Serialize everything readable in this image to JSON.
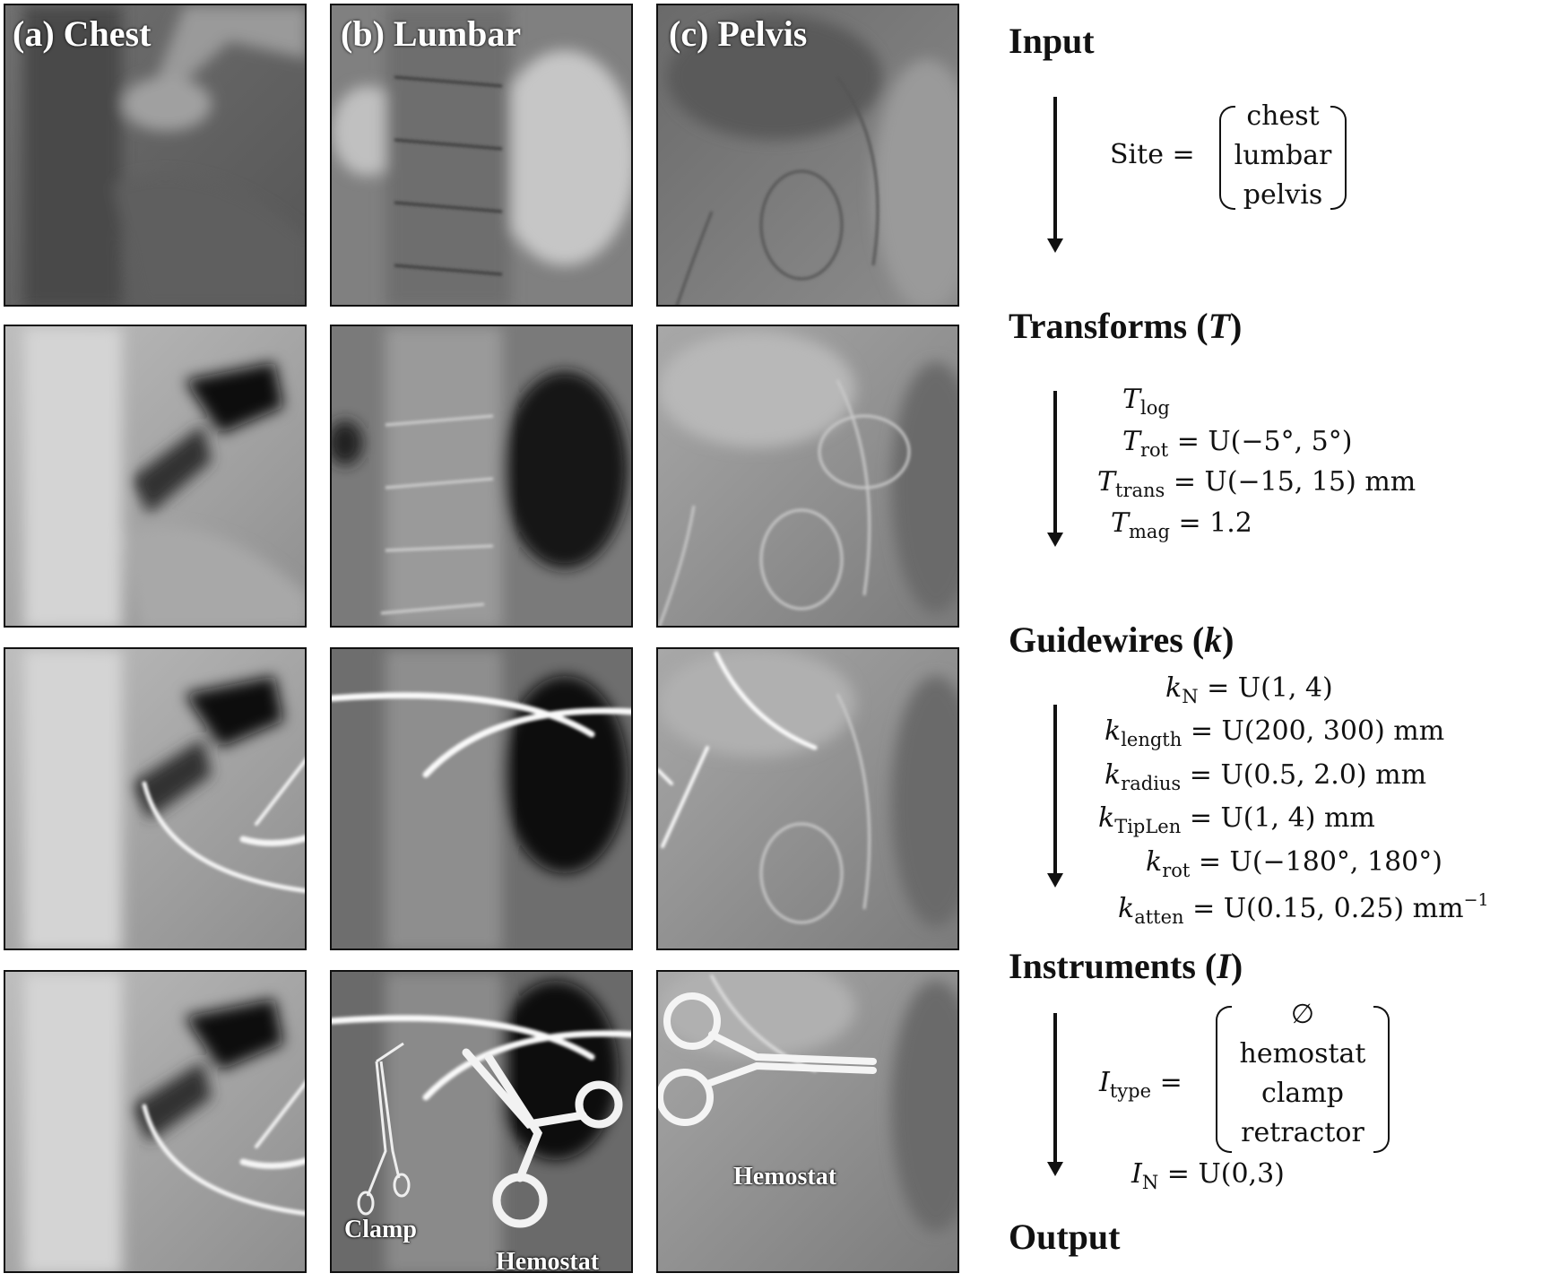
{
  "columns": [
    {
      "label": "(a) Chest"
    },
    {
      "label": "(b) Lumbar"
    },
    {
      "label": "(c) Pelvis"
    }
  ],
  "instrument_labels": {
    "lumbar_clamp": "Clamp",
    "lumbar_hemostat": "Hemostat",
    "pelvis_hemostat": "Hemostat"
  },
  "pipeline": {
    "input": {
      "heading": "Input",
      "site_lhs": "Site =",
      "options": [
        "chest",
        "lumbar",
        "pelvis"
      ]
    },
    "transforms": {
      "heading": "Transforms (T)",
      "params": [
        {
          "sym": "T",
          "sub": "log",
          "rhs": ""
        },
        {
          "sym": "T",
          "sub": "rot",
          "rhs": "= U(−5°, 5°)"
        },
        {
          "sym": "T",
          "sub": "trans",
          "rhs": "= U(−15, 15) mm"
        },
        {
          "sym": "T",
          "sub": "mag",
          "rhs": "= 1.2"
        }
      ]
    },
    "guidewires": {
      "heading": "Guidewires (k)",
      "params": [
        {
          "sym": "k",
          "sub": "N",
          "rhs": "= U(1, 4)"
        },
        {
          "sym": "k",
          "sub": "length",
          "rhs": "= U(200, 300) mm"
        },
        {
          "sym": "k",
          "sub": "radius",
          "rhs": "= U(0.5, 2.0) mm"
        },
        {
          "sym": "k",
          "sub": "TipLen",
          "rhs": "= U(1, 4) mm"
        },
        {
          "sym": "k",
          "sub": "rot",
          "rhs": "= U(−180°, 180°)"
        },
        {
          "sym": "k",
          "sub": "atten",
          "rhs": "= U(0.15, 0.25) mm",
          "sup": "−1"
        }
      ]
    },
    "instruments": {
      "heading": "Instruments (I)",
      "type_sym": "I",
      "type_sub": "type",
      "type_eq": "=",
      "options": [
        "∅",
        "hemostat",
        "clamp",
        "retractor"
      ],
      "n_sym": "I",
      "n_sub": "N",
      "n_rhs": "= U(0,3)"
    },
    "output": {
      "heading": "Output"
    }
  }
}
